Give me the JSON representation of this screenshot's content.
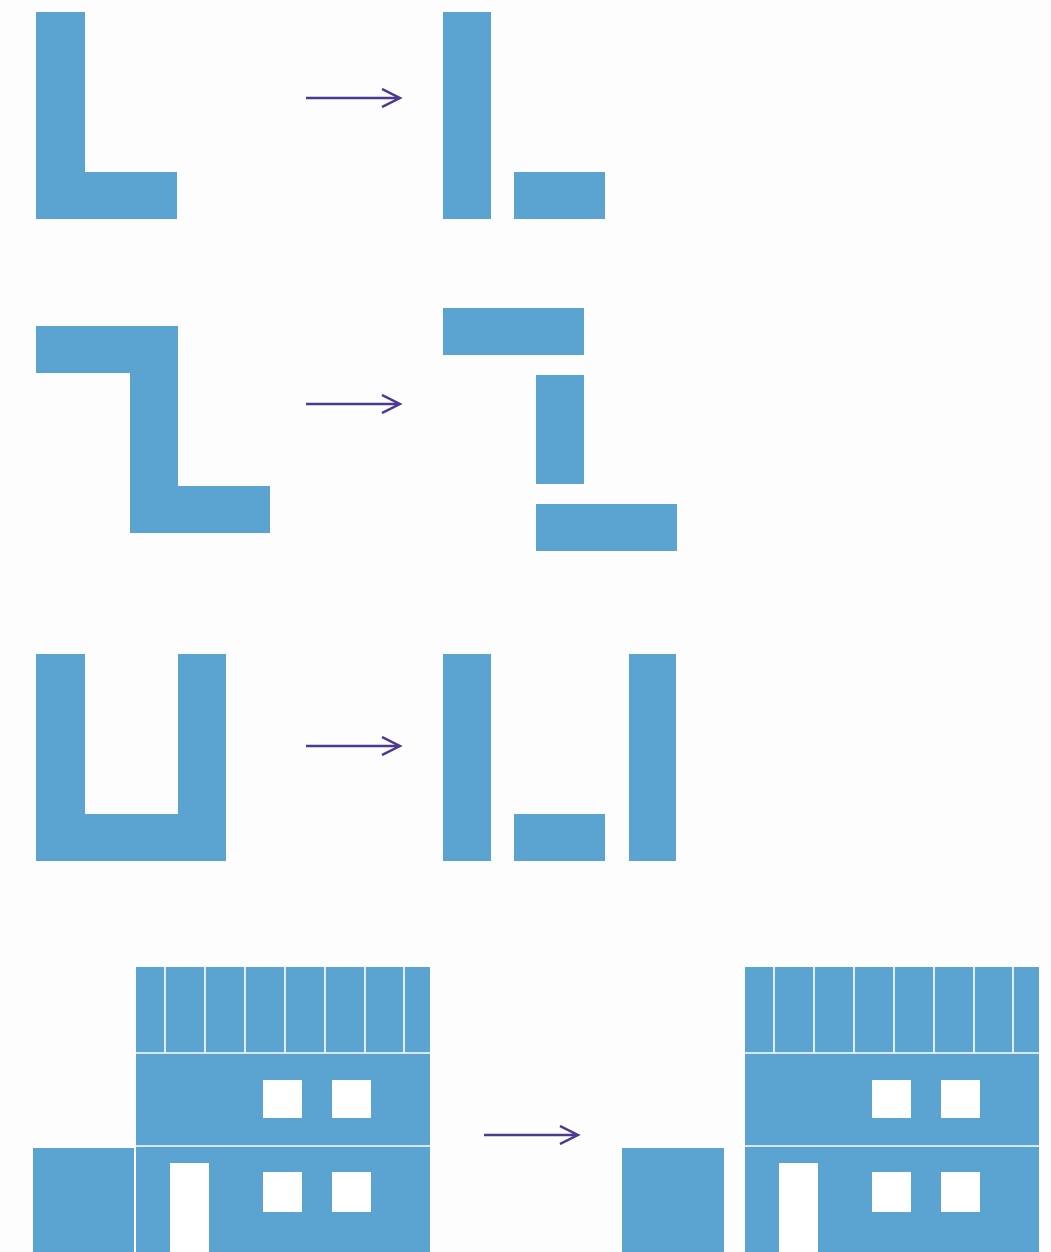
{
  "colors": {
    "block": "#5ba3d1",
    "arrow": "#4b3a8f",
    "background": "#fdfdfd",
    "window": "#ffffff"
  },
  "diagram": {
    "rows": [
      {
        "name": "l-shape",
        "arrow_icon": "right-arrow-icon"
      },
      {
        "name": "z-shape",
        "arrow_icon": "right-arrow-icon"
      },
      {
        "name": "u-shape",
        "arrow_icon": "right-arrow-icon"
      },
      {
        "name": "building",
        "arrow_icon": "right-arrow-icon"
      }
    ]
  }
}
